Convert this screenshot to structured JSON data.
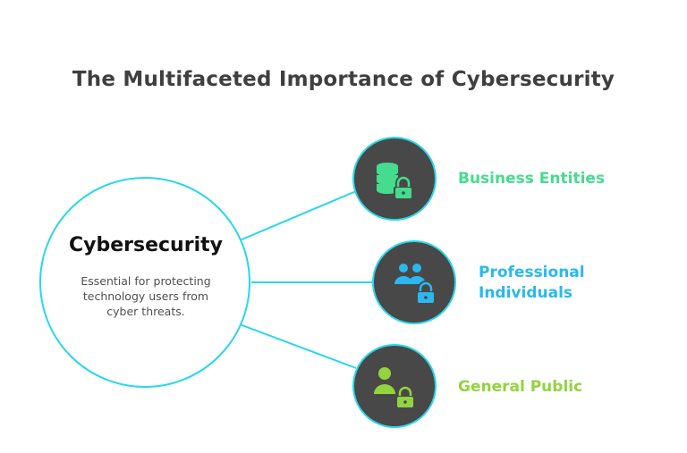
{
  "title": "The Multifaceted Importance of Cybersecurity",
  "center": {
    "heading": "Cybersecurity",
    "description": "Essential for protecting technology users from cyber threats."
  },
  "nodes": [
    {
      "label": "Business Entities",
      "icon": "database-lock-icon",
      "color": "#45dc8e"
    },
    {
      "label": "Professional Individuals",
      "icon": "users-lock-icon",
      "color": "#2ab8ee"
    },
    {
      "label": "General Public",
      "icon": "user-lock-icon",
      "color": "#93d340"
    }
  ],
  "colors": {
    "outline": "#2ad6ea",
    "node_fill": "#484848",
    "title": "#3f3f3f"
  }
}
